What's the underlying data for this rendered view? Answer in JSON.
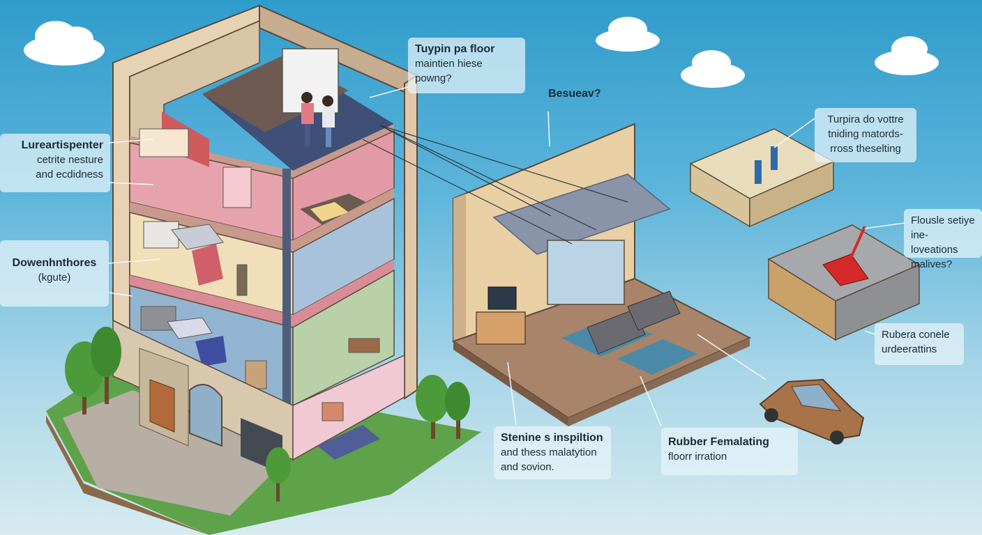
{
  "callouts": {
    "top_center": {
      "title": "Tuypin pa floor",
      "line1": "maintien hiese",
      "line2": "powng?"
    },
    "left_top": {
      "title": "Lureartispenter",
      "line1": "cetrite nesture",
      "line2": "and ecdidness"
    },
    "left_mid": {
      "title": "Dowenhnthores",
      "line1": "(kgute)"
    },
    "center_top": {
      "title": "Besueav?"
    },
    "right_top": {
      "line1": "Turpira do vottre",
      "line2": "tniding matords-",
      "line3": "rross theselting"
    },
    "right_mid": {
      "line1": "Flousle setiye",
      "line2": "ine- loveations",
      "line3": "malives?"
    },
    "right_low": {
      "line1": "Rubera conele",
      "line2": "urdeerattins"
    },
    "bottom_center": {
      "title": "Stenine s inspiltion",
      "line1": "and thess malatytion",
      "line2": "and sovion."
    },
    "bottom_right": {
      "title": "Rubber Femalating",
      "line1": "floorr irration"
    }
  },
  "colors": {
    "sky_top": "#2f9ccb",
    "wall_tan": "#e8d2b4",
    "floor_brown": "#a8846a",
    "pink_room": "#e7a3ad",
    "blue_room": "#9fbfd8",
    "stone": "#d8c8ae",
    "grass": "#5ea24a",
    "car": "#a9734a"
  }
}
